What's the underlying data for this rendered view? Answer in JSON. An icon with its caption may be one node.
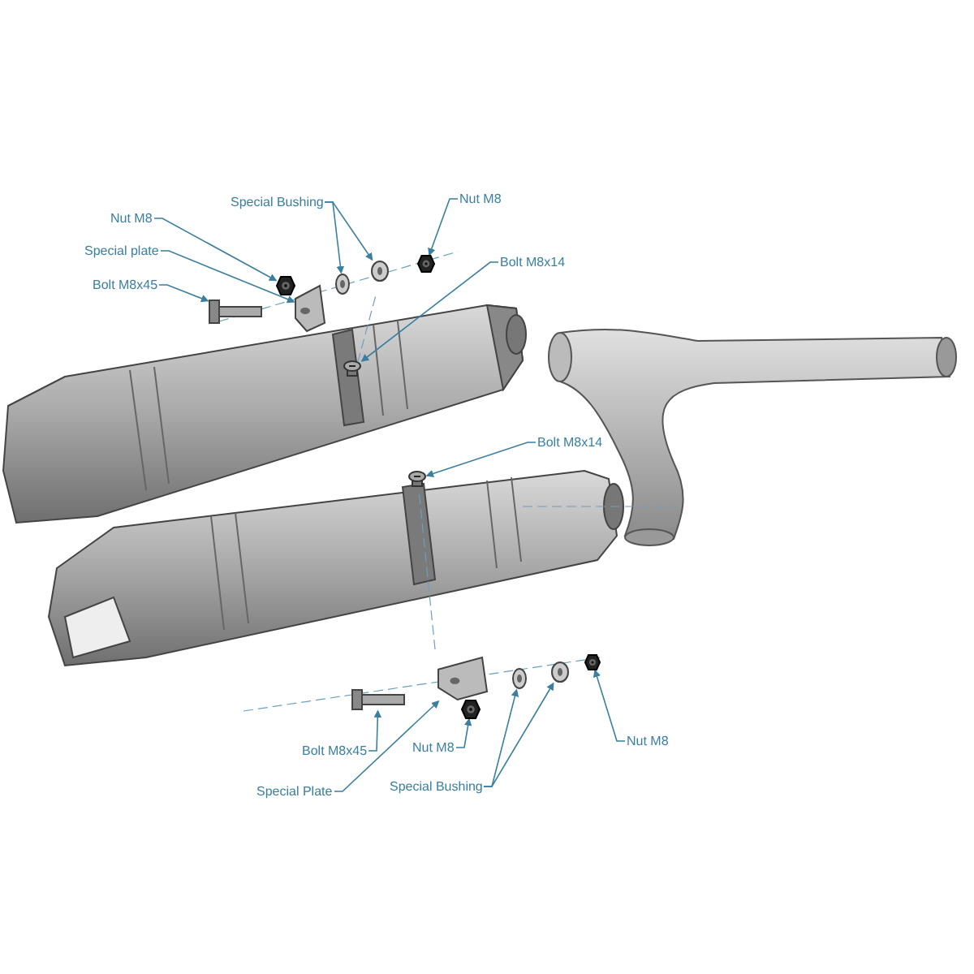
{
  "diagram": {
    "nodes": [
      {
        "text": [
          "Special Bushing"
        ]
      },
      {
        "text": [
          "Nut M8"
        ]
      },
      {
        "text": [
          "Nut M8"
        ]
      },
      {
        "text": [
          "Special plate"
        ]
      },
      {
        "text": [
          "Bolt M8x14"
        ]
      },
      {
        "text": [
          "Bolt M8x45"
        ]
      },
      {
        "text": [
          "Bolt M8x14"
        ]
      },
      {
        "text": [
          "Nut M8"
        ]
      },
      {
        "text": [
          "Nut M8"
        ]
      },
      {
        "text": [
          "Bolt M8x45"
        ]
      },
      {
        "text": [
          "Special Bushing"
        ]
      },
      {
        "text": [
          "Special Plate"
        ]
      },
      {
        "text": [],
        "shape": "picture"
      },
      {
        "text": [],
        "shape": "picture"
      },
      {
        "text": [],
        "shape": "picture"
      },
      {
        "text": [],
        "shape": "picture"
      },
      {
        "text": [],
        "shape": "picture"
      },
      {
        "text": [],
        "shape": "picture"
      },
      {
        "text": [],
        "shape": "picture"
      },
      {
        "text": [],
        "shape": "picture"
      },
      {
        "text": [],
        "shape": "picture"
      },
      {
        "text": [],
        "shape": "picture"
      },
      {
        "text": [],
        "shape": "picture"
      },
      {
        "text": [],
        "shape": "picture"
      },
      {
        "text": [],
        "shape": "picture"
      },
      {
        "text": [],
        "shape": "picture"
      }
    ],
    "edges": [
      {
        "from": 0,
        "to": 15,
        "arrow": "to"
      },
      {
        "from": 0,
        "to": 17,
        "arrow": "to"
      },
      {
        "from": 1,
        "to": 18,
        "arrow": "to"
      },
      {
        "from": 2,
        "to": 13,
        "arrow": "to"
      },
      {
        "from": 3,
        "to": 14,
        "arrow": "to"
      },
      {
        "from": 4,
        "to": 16,
        "arrow": "to"
      },
      {
        "from": 5,
        "to": 12,
        "arrow": "to"
      },
      {
        "from": 6,
        "to": 20,
        "arrow": "to"
      },
      {
        "from": 7,
        "to": 25,
        "arrow": "to"
      },
      {
        "from": 8,
        "to": 22,
        "arrow": "to"
      },
      {
        "from": 9,
        "to": 19,
        "arrow": "to"
      },
      {
        "from": 10,
        "to": 23,
        "arrow": "to"
      },
      {
        "from": 10,
        "to": 24,
        "arrow": "to"
      },
      {
        "from": 11,
        "to": 21,
        "arrow": "to"
      }
    ]
  }
}
